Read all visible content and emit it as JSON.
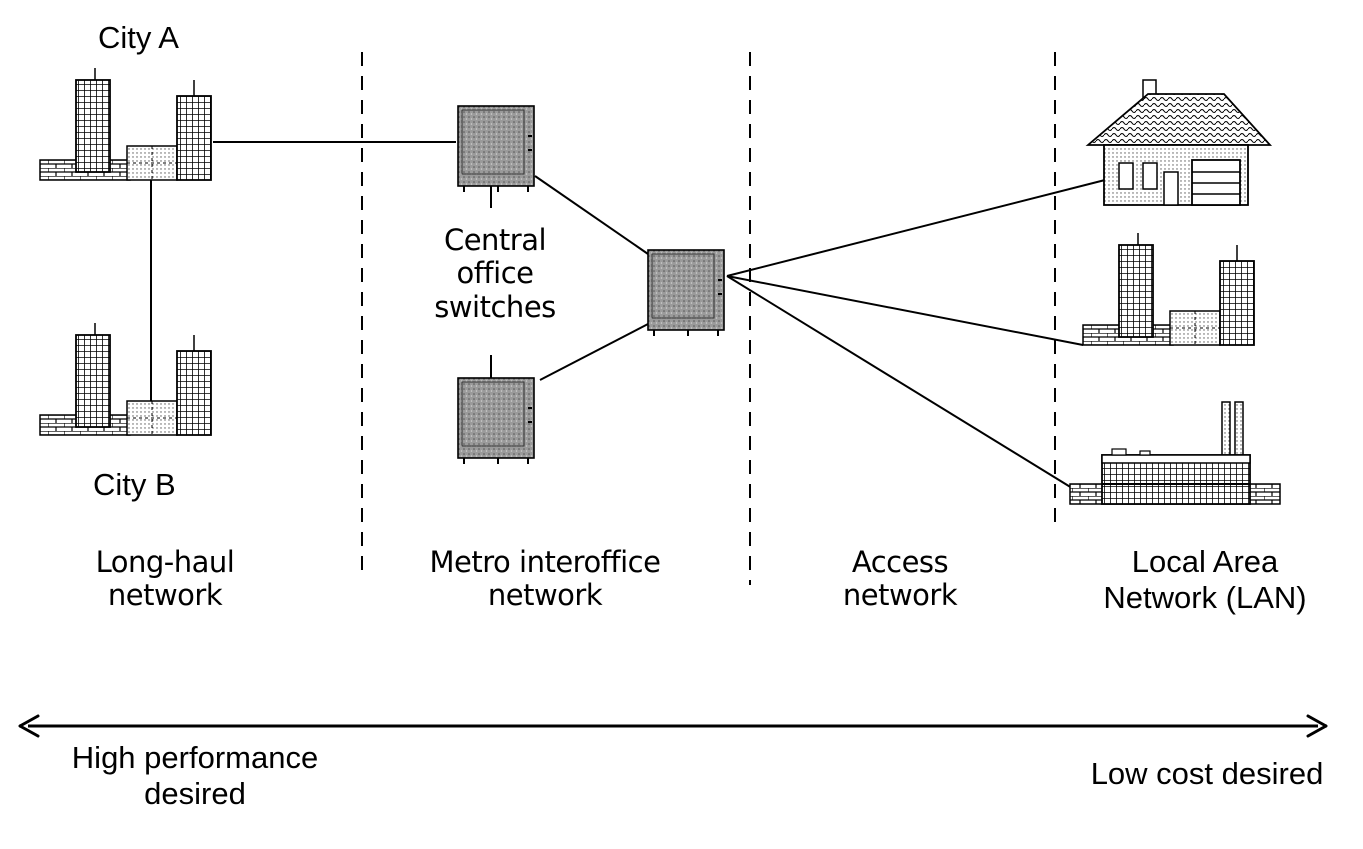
{
  "labels": {
    "city_a": "City A",
    "city_b": "City B",
    "central_office": [
      "Central",
      "office",
      "switches"
    ],
    "segments": {
      "long_haul": [
        "Long-haul",
        "network"
      ],
      "metro": [
        "Metro interoffice",
        "network"
      ],
      "access": [
        "Access",
        "network"
      ],
      "lan": [
        "Local Area",
        "Network (LAN)"
      ]
    },
    "spectrum_left": [
      "High performance",
      "desired"
    ],
    "spectrum_right": "Low cost desired"
  },
  "colors": {
    "ink": "#000000",
    "switch_fill": "#8c8c8c",
    "background": "#ffffff"
  }
}
